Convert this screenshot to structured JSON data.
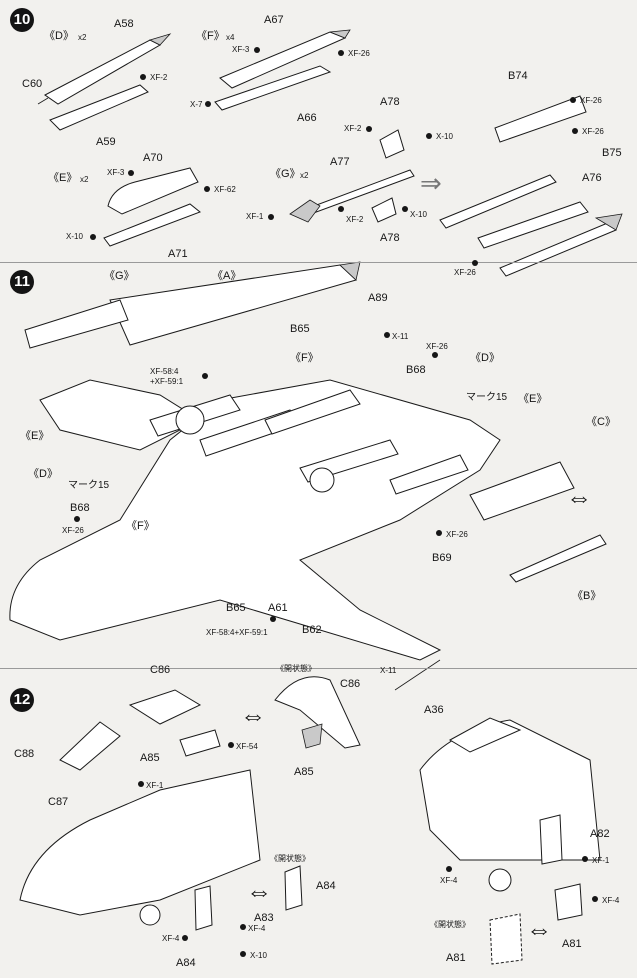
{
  "steps": {
    "s10": "10",
    "s11": "11",
    "s12": "12"
  },
  "step10": {
    "groups": {
      "d": "《D》",
      "d_qty": "x2",
      "f": "《F》",
      "f_qty": "x4",
      "e": "《E》",
      "e_qty": "x2",
      "g": "《G》",
      "g_qty": "x2"
    },
    "parts": {
      "a58": "A58",
      "a59": "A59",
      "c60": "C60",
      "a67": "A67",
      "a66": "A66",
      "a70": "A70",
      "a71": "A71",
      "a77": "A77",
      "a78_top": "A78",
      "a78_bot": "A78",
      "b74": "B74",
      "b75": "B75",
      "a76": "A76"
    },
    "colors": {
      "xf2_d": "XF-2",
      "xf3_f": "XF-3",
      "xf26_f": "XF-26",
      "x7": "X-7",
      "xf3_e": "XF-3",
      "xf62": "XF-62",
      "x10_e": "X-10",
      "xf2_g": "XF-2",
      "x10_g": "X-10",
      "xf1_g": "XF-1",
      "xf2_g2": "XF-2",
      "x10_g2": "X-10",
      "xf26_b74": "XF-26",
      "xf26_b75": "XF-26",
      "xf26_bot": "XF-26"
    }
  },
  "step11": {
    "groups": {
      "g": "《G》",
      "a": "《A》",
      "f_top": "《F》",
      "d_right": "《D》",
      "e_left": "《E》",
      "d_left": "《D》",
      "e_right": "《E》",
      "c": "《C》",
      "f_left": "《F》",
      "b": "《B》"
    },
    "parts": {
      "a89": "A89",
      "b65_top": "B65",
      "b68_right": "B68",
      "b68_left": "B68",
      "b69": "B69",
      "b65_bot": "B65",
      "a61": "A61",
      "b62": "B62",
      "a36": "A36"
    },
    "marks": {
      "mark15_right": "マーク15",
      "mark15_left": "マーク15"
    },
    "colors": {
      "x11": "X-11",
      "xf26_top": "XF-26",
      "mix_top_1": "XF-58:4",
      "mix_top_2": "+XF-59:1",
      "xf26_left": "XF-26",
      "xf26_mid": "XF-26",
      "mix_bot": "XF-58:4+XF-59:1",
      "x11_bot": "X-11"
    }
  },
  "step12": {
    "parts": {
      "c86_l": "C86",
      "c86_r": "C86",
      "c88": "C88",
      "c87": "C87",
      "a85_l": "A85",
      "a85_r": "A85",
      "a84_r": "A84",
      "a83": "A83",
      "a84_b": "A84",
      "a82": "A82",
      "a81_r": "A81",
      "a81_b": "A81"
    },
    "notes": {
      "open_top": "《開状態》",
      "open_mid": "《開状態》",
      "open_bot": "《開状態》"
    },
    "colors": {
      "xf54": "XF-54",
      "xf1_l": "XF-1",
      "xf4_a84": "XF-4",
      "xf4_a83": "XF-4",
      "x10": "X-10",
      "xf4_gear": "XF-4",
      "xf1_r": "XF-1",
      "xf4_r": "XF-4"
    }
  }
}
